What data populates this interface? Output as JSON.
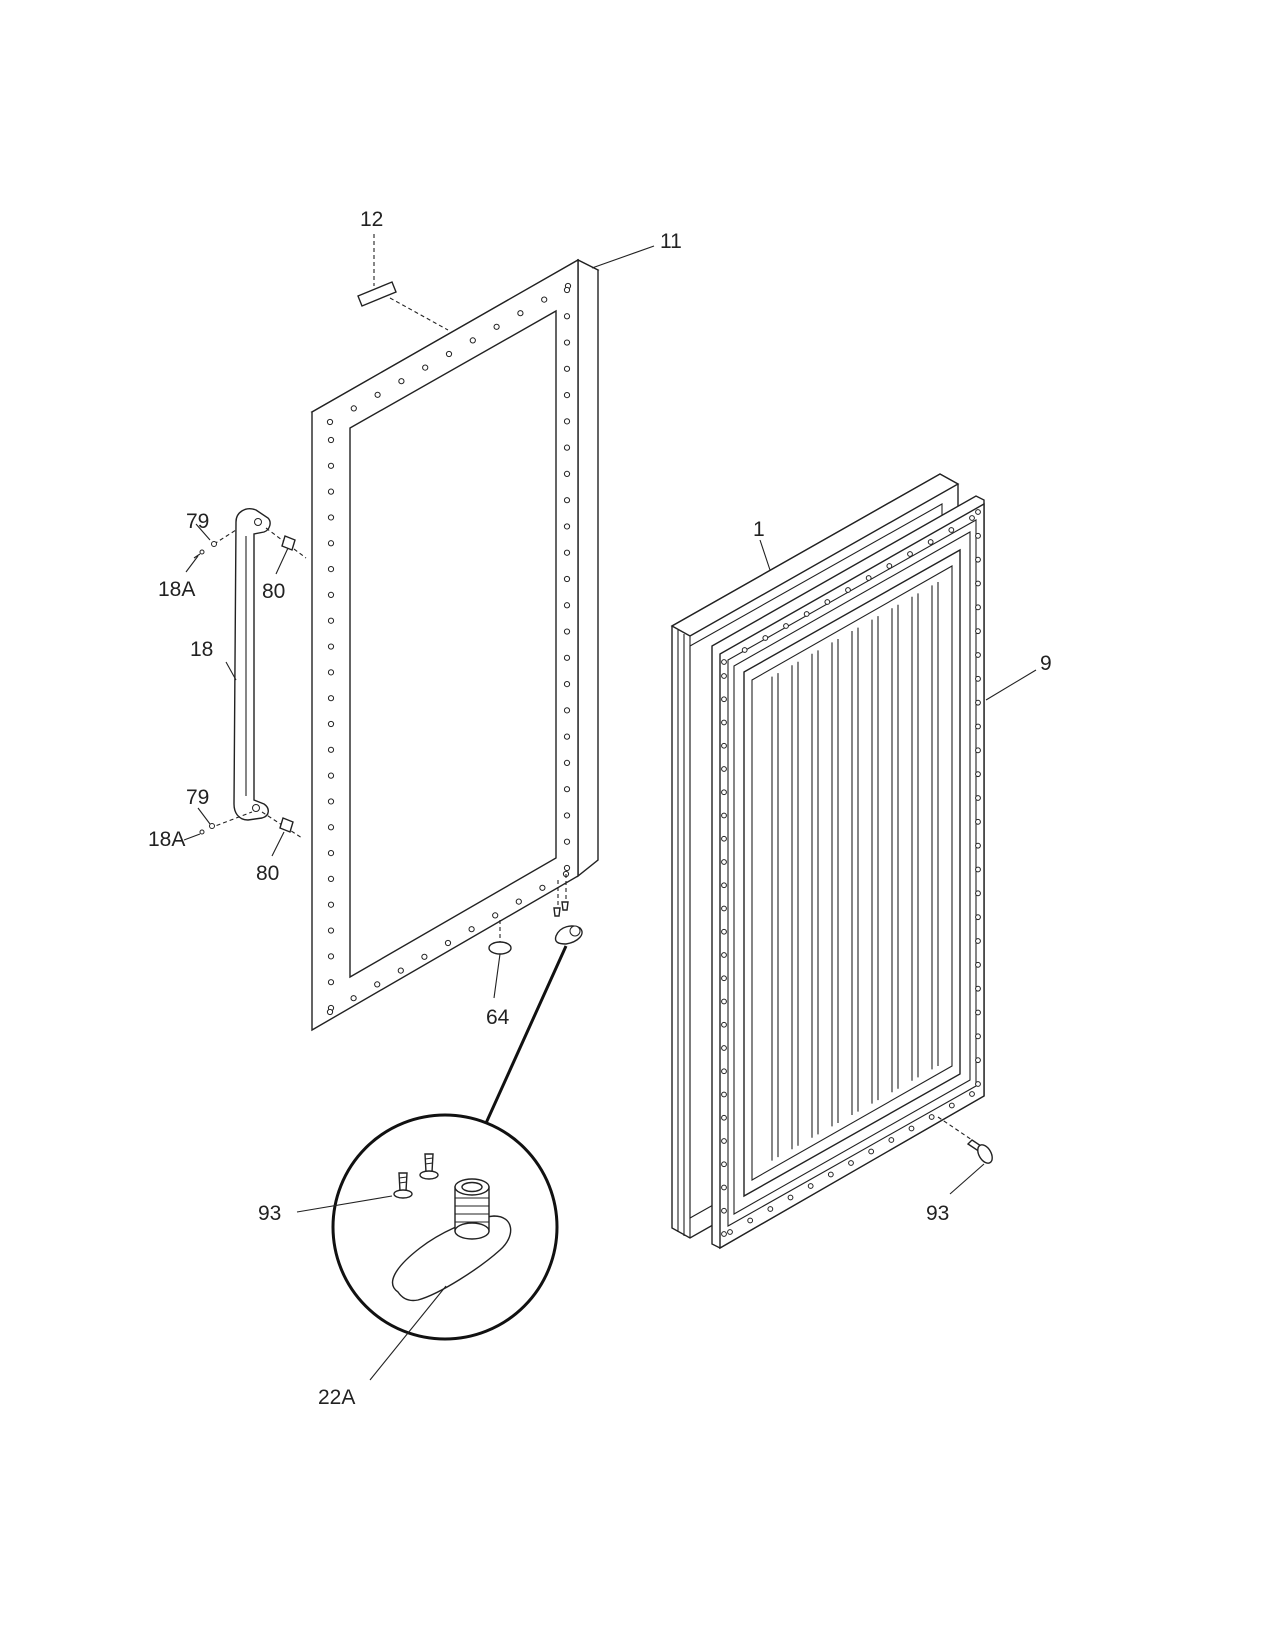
{
  "labels": {
    "l12": "12",
    "l11": "11",
    "l79a": "79",
    "l18Aa": "18A",
    "l80a": "80",
    "l18": "18",
    "l79b": "79",
    "l18Ab": "18A",
    "l80b": "80",
    "l64": "64",
    "l1": "1",
    "l9": "9",
    "l93a": "93",
    "l93b": "93",
    "l22A": "22A"
  }
}
